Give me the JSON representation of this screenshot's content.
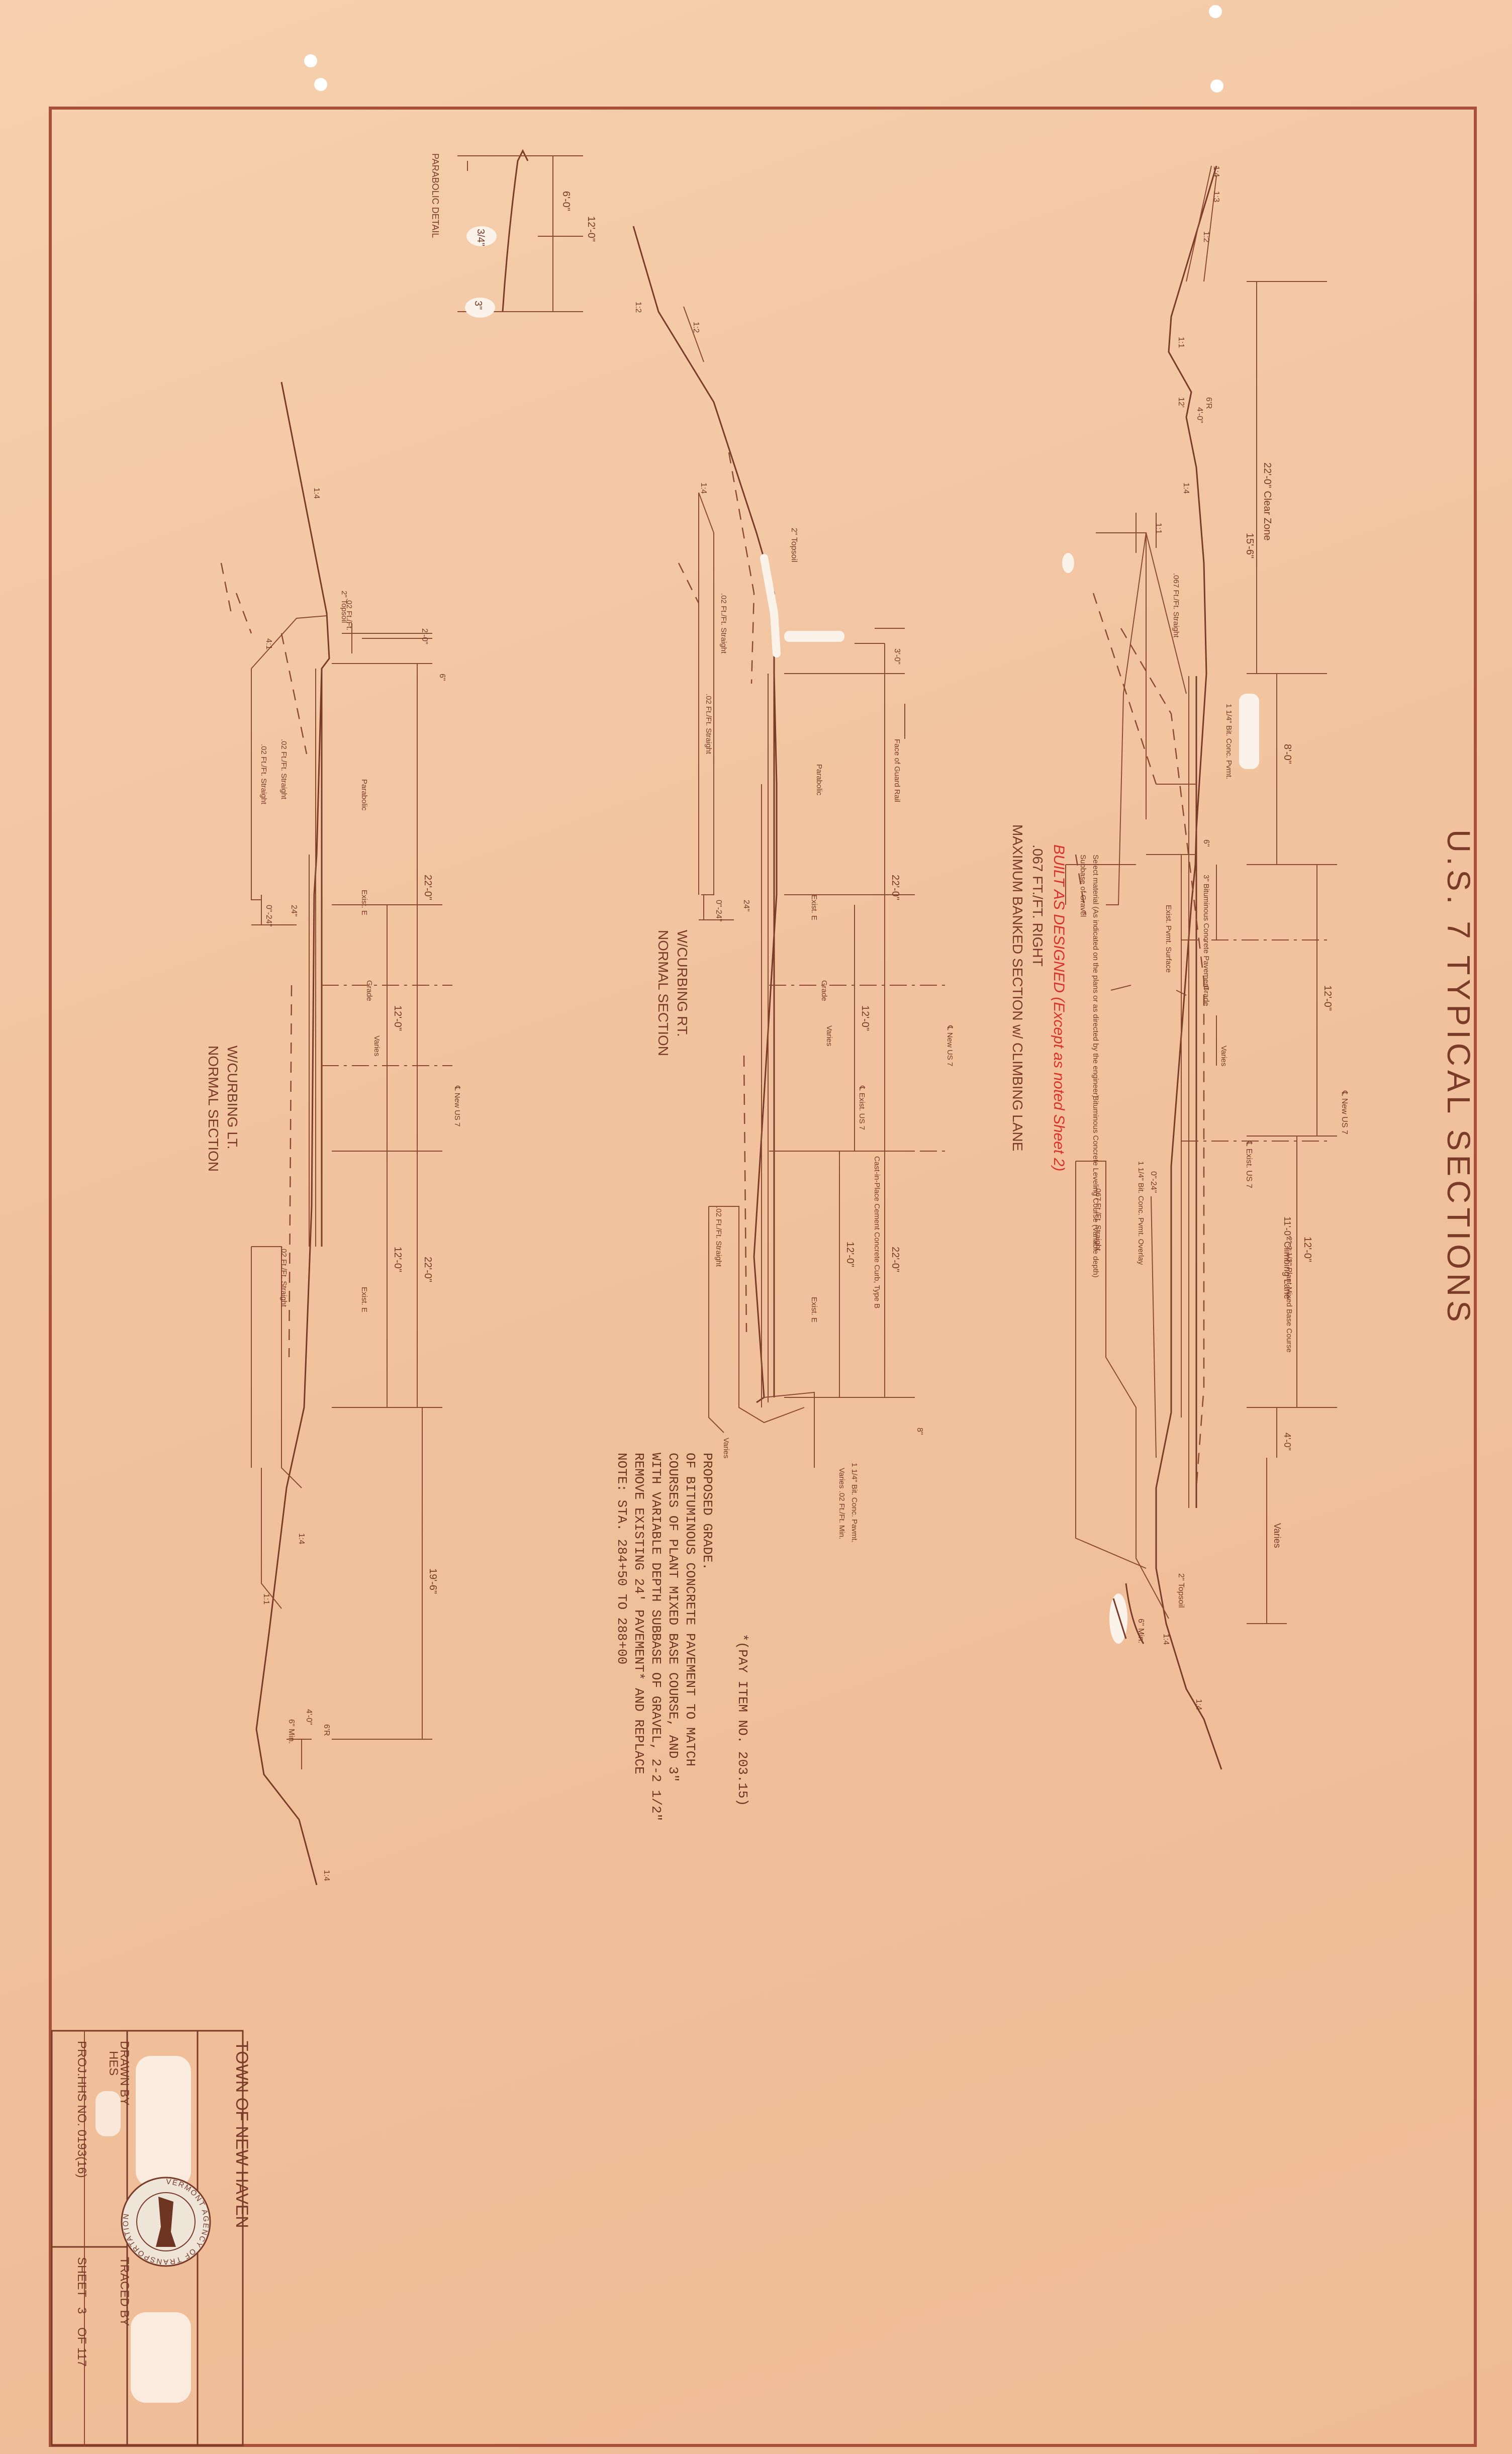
{
  "title": "U.S. 7 TYPICAL SECTIONS",
  "parabolic_detail": {
    "label": "PARABOLIC DETAIL",
    "dims": [
      "6'-0\"",
      "12'-0\"",
      "3/4\"",
      "3\""
    ]
  },
  "sections": {
    "max_banked": {
      "title_line1": "MAXIMUM BANKED SECTION w/ CLIMBING LANE",
      "title_line2": ".067 FT./FT. RIGHT",
      "built_note": "BUILT AS DESIGNED (Except as noted Sheet 2)",
      "dims": [
        "22'-0\" Clear Zone",
        "15'-6\"",
        "8'-0\"",
        "12'-0\"",
        "12'-0\"",
        "11'-0\" Climbing Lane",
        "4'-0\"",
        "Varies",
        "6'R",
        "4'-0\"",
        "12'",
        "6\"",
        "6\" Min.",
        "0\"-24\""
      ],
      "slopes": [
        "1:4",
        "1:3",
        "1:2",
        "1:1",
        "1:4",
        "1:1",
        "1:4",
        "1:4",
        "2\" Topsoil"
      ],
      "labels": [
        "Select material (As indicated on the plans or as directed by the engineer)",
        "Subbase of Gravel",
        "3\" Bituminous Concrete Pavement",
        "Exist. Pvmt. Surface",
        "1 1/4\" Bit. Conc. Pvmt. Overlay",
        "Bituminous Concrete Leveling Course (Variable depth)",
        "1 1/4\" Bit. Conc. Pvmt.",
        "Grade",
        "Varies",
        "℄ New US 7",
        "℄ Exist. US 7",
        ".067 Ft./Ft. Straight",
        "2\"-2 1/2\" Plant Mixed Base Course",
        ".067 Ft./Ft. Straight"
      ]
    },
    "normal_rt": {
      "title_line1": "NORMAL SECTION",
      "title_line2": "W/CURBING RT.",
      "dims": [
        "22'-0\"",
        "12'-0\"",
        "12'-0\"",
        "22'-0\"",
        "3'-0\"",
        "0\"-24\"",
        "24\"",
        "8\""
      ],
      "slopes": [
        "1:2",
        "1:2",
        "1:4",
        "2\" Topsoil"
      ],
      "labels": [
        "Face of Guard Rail",
        ".02 Ft./Ft. Straight",
        ".02 Ft./Ft. Straight",
        "Parabolic",
        "Exist. E",
        "Grade",
        "Varies",
        "℄ New US 7",
        "℄ Exist. US 7",
        "Cast-in-Place Cement Concrete Curb, Type B",
        ".02 Ft./Ft. Straight",
        "Exist. E",
        "Varies",
        "1 1/4\" Bit. Conc. Pavmt.",
        "Varies .02 Ft./Ft. Min."
      ]
    },
    "normal_lt": {
      "title_line1": "NORMAL SECTION",
      "title_line2": "W/CURBING LT.",
      "dims": [
        "22'-0\"",
        "12'-0\"",
        "12'-0\"",
        "22'-0\"",
        "19'-6\"",
        "2'-0\"",
        "6\"",
        "0\"-24\"",
        "24\"",
        "4'-0\"",
        "6\" Min.",
        "6'R"
      ],
      "slopes": [
        "1:4",
        "4:1",
        "1:4",
        "1:1",
        "1:4",
        "2\" Topsoil"
      ],
      "labels": [
        ".02 Ft./Ft.",
        ".02 Ft./Ft. Straight",
        ".02 Ft./Ft. Straight",
        "Parabolic",
        "Exist. E",
        "Grade",
        "Varies",
        "℄ New US 7",
        "Exist. E",
        ".02 Ft./Ft. Straight"
      ]
    }
  },
  "note": {
    "lines": [
      "NOTE: STA. 284+50 TO 288+00",
      "REMOVE EXISTING 24' PAVEMENT* AND REPLACE",
      "WITH VARIABLE DEPTH SUBBASE OF GRAVEL, 2-2 1/2\"",
      "COURSES OF PLANT MIXED BASE COURSE, AND 3\"",
      "OF BITUMINOUS CONCRETE PAVEMENT TO MATCH",
      "PROPOSED GRADE.",
      "*(PAY ITEM NO. 203.15)"
    ]
  },
  "title_block": {
    "town": "TOWN OF   NEW HAVEN",
    "drawn_by_label": "DRAWN BY",
    "drawn_by_value": "HES",
    "traced_by_label": "TRACED BY",
    "proj_label": "PROJ.",
    "proj_value": "HHS NO. 0193(16)",
    "sheet_label": "SHEET",
    "sheet_value": "3",
    "sheet_of": "OF 117",
    "seal_text": "VERMONT AGENCY OF TRANSPORTATION"
  },
  "colors": {
    "ink": "#7a3b28",
    "paper": "#f3c7a4",
    "border": "#a8503a",
    "red_note": "#d8322c"
  }
}
